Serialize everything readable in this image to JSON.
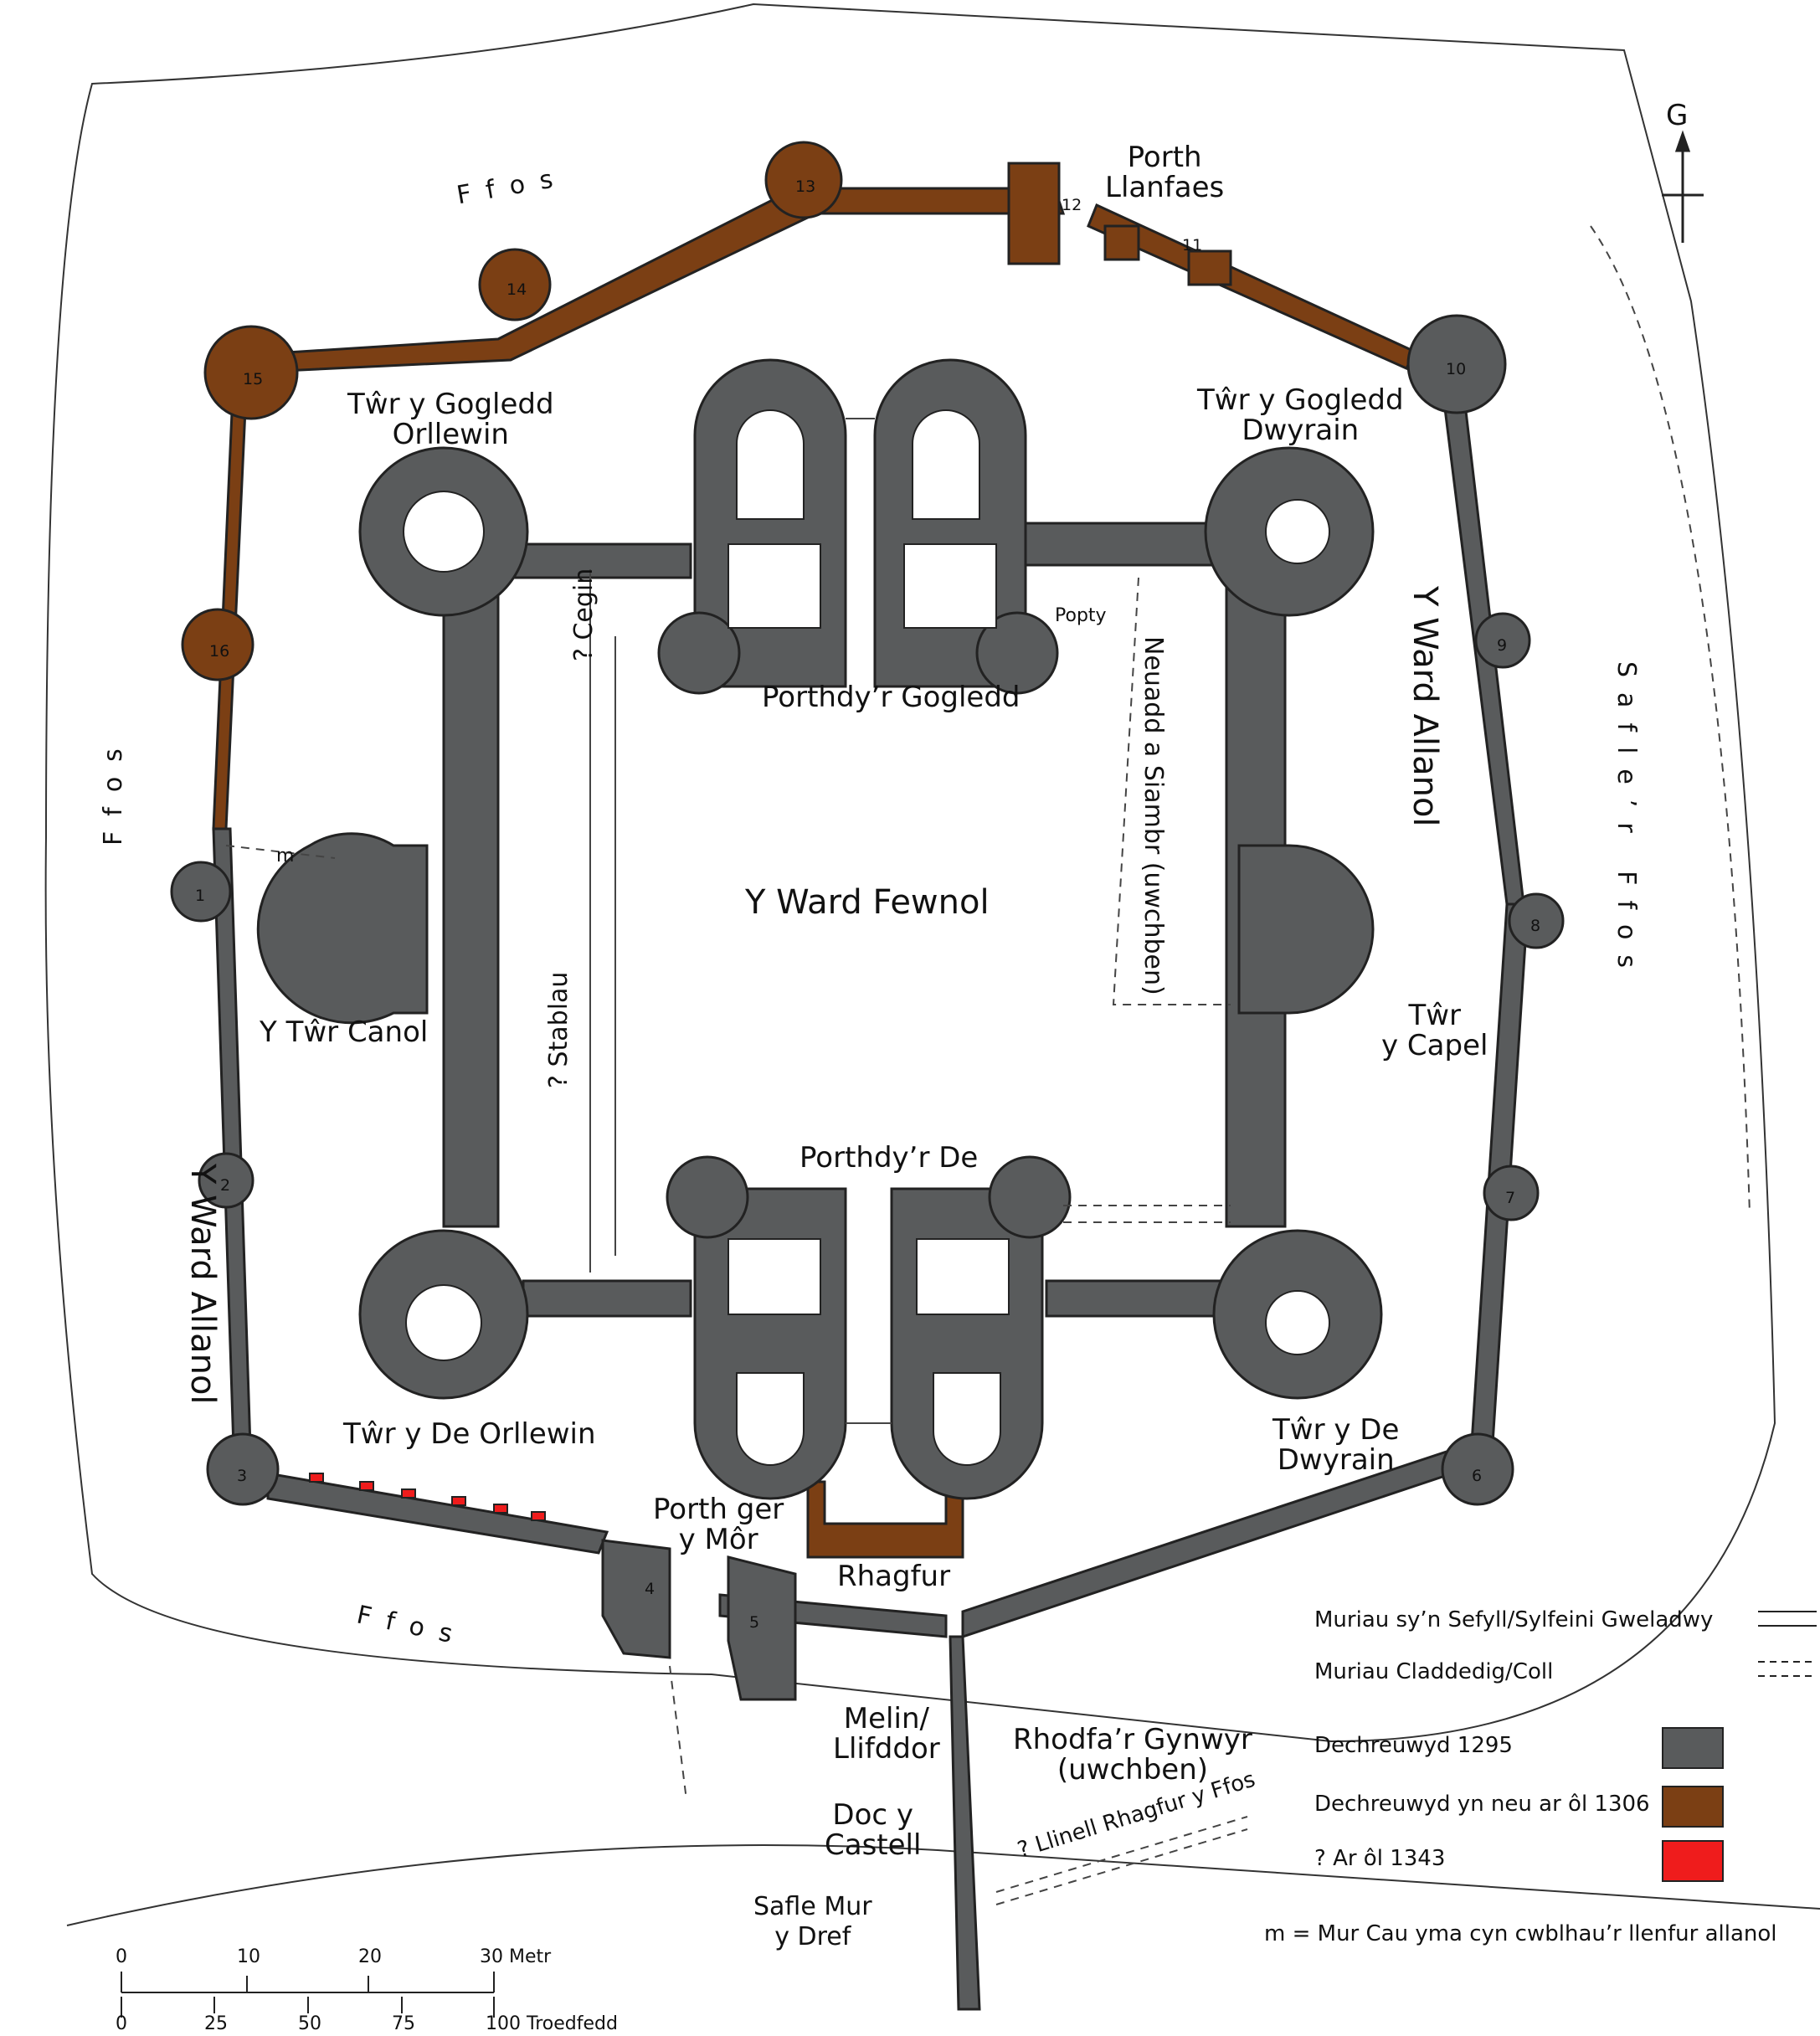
{
  "map": {
    "north_label": "G",
    "colors": {
      "phase_1295": "#595b5c",
      "phase_1306": "#7b3f14",
      "phase_1343": "#ef1c1c",
      "outline": "#222222"
    },
    "labels": {
      "inner_ward": "Y Ward Fewnol",
      "outer_ward_west": "Y Ward Allanol",
      "outer_ward_east": "Y Ward Allanol",
      "nw_tower": "Tŵr y Gogledd\nOrllewin",
      "ne_tower": "Tŵr y Gogledd\nDwyrain",
      "sw_tower": "Tŵr y De Orllewin",
      "se_tower": "Tŵr y De\nDwyrain",
      "middle_tower": "Y Tŵr Canol",
      "chapel_tower": "Tŵr\ny Capel",
      "north_gatehouse": "Porthdy’r Gogledd",
      "south_gatehouse": "Porthdy’r De",
      "llanfaes_gate": "Porth\nLlanfaes",
      "sea_gate": "Porth ger\ny Môr",
      "barbican": "Rhagfur",
      "kitchen": "? Cegin",
      "stables": "? Stablau",
      "hall": "Neuadd a Siambr (uwchben)",
      "oven": "Popty",
      "moat_n": "Ffos",
      "moat_w": "Ffos",
      "moat_s": "Ffos",
      "moat_site_e": "Safle’r Ffos",
      "mill": "Melin/\nLlifddor",
      "dock": "Doc y\nCastell",
      "gunners_walk": "Rhodfa’r Gynwyr\n(uwchben)",
      "town_wall": "Safle Mur\ny Dref",
      "barbican_line": "? Llinell Rhagfur y Ffos",
      "m": "m"
    },
    "tower_numbers": [
      "1",
      "2",
      "3",
      "4",
      "5",
      "6",
      "7",
      "8",
      "9",
      "10",
      "11",
      "12",
      "13",
      "14",
      "15",
      "16"
    ]
  },
  "legend": {
    "standing": "Muriau sy’n Sefyll/Sylfeini Gweladwy",
    "buried": "Muriau Claddedig/Coll",
    "phase1": "Dechreuwyd 1295",
    "phase2": "Dechreuwyd yn neu ar ôl 1306",
    "phase3": "? Ar ôl 1343",
    "m_note": "m =  Mur Cau yma cyn cwblhau’r llenfur allanol"
  },
  "scale": {
    "metres": [
      "0",
      "10",
      "20",
      "30 Metr"
    ],
    "feet": [
      "0",
      "25",
      "50",
      "75",
      "100 Troedfedd"
    ]
  }
}
